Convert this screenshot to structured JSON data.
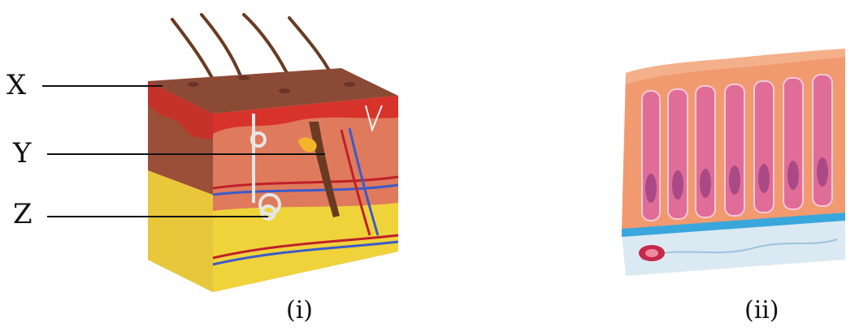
{
  "labels": {
    "x": "X",
    "y": "Y",
    "z": "Z"
  },
  "captions": {
    "fig1": "(i)",
    "fig2": "(ii)"
  },
  "colors": {
    "skin_surface": "#8a4a36",
    "epidermis_red": "#d8332a",
    "dermis": "#c46a4e",
    "fat": "#f0d23a",
    "columnar_top": "#f19a6f",
    "columnar_cell": "#e06c98",
    "basement": "#3aa7dc",
    "connective": "#dbe9f2"
  }
}
